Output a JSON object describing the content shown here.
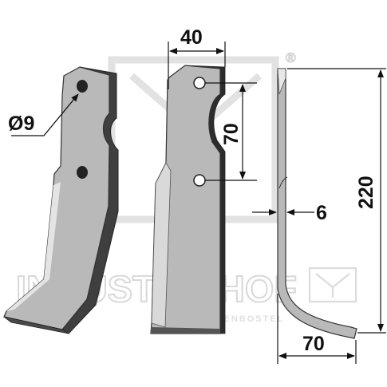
{
  "dimensions": {
    "diameter": "Ø9",
    "width_top": "40",
    "hole_spacing": "70",
    "thickness": "6",
    "height": "220",
    "bend_width": "70"
  },
  "watermark": {
    "brand": "INDUSTRIEHOF",
    "sub": "SCHERENBOSTEL",
    "registered": "®"
  }
}
